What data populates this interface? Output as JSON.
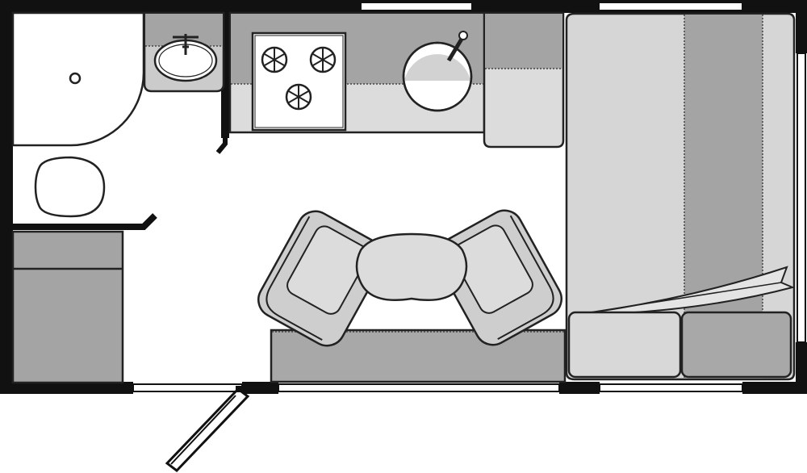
{
  "colors": {
    "wall": "#111111",
    "outline": "#222222",
    "dark_fill": "#a4a4a4",
    "mid_fill": "#c6c6c6",
    "light_fill": "#dedede",
    "background": "#ffffff"
  },
  "rooms": {
    "bathroom": [
      "shower",
      "washbasin",
      "toilet",
      "cabinet"
    ],
    "kitchen": [
      "wardrobe",
      "stove",
      "sink",
      "fridge"
    ],
    "lounge": [
      "armchair-left",
      "armchair-right",
      "round-table",
      "bench"
    ],
    "bedroom": [
      "bed",
      "blanket",
      "pillow-left",
      "pillow-right"
    ]
  },
  "stove": {
    "burner_count": 3
  },
  "openings": {
    "entrance_door": "open",
    "bathroom_door": "open"
  }
}
